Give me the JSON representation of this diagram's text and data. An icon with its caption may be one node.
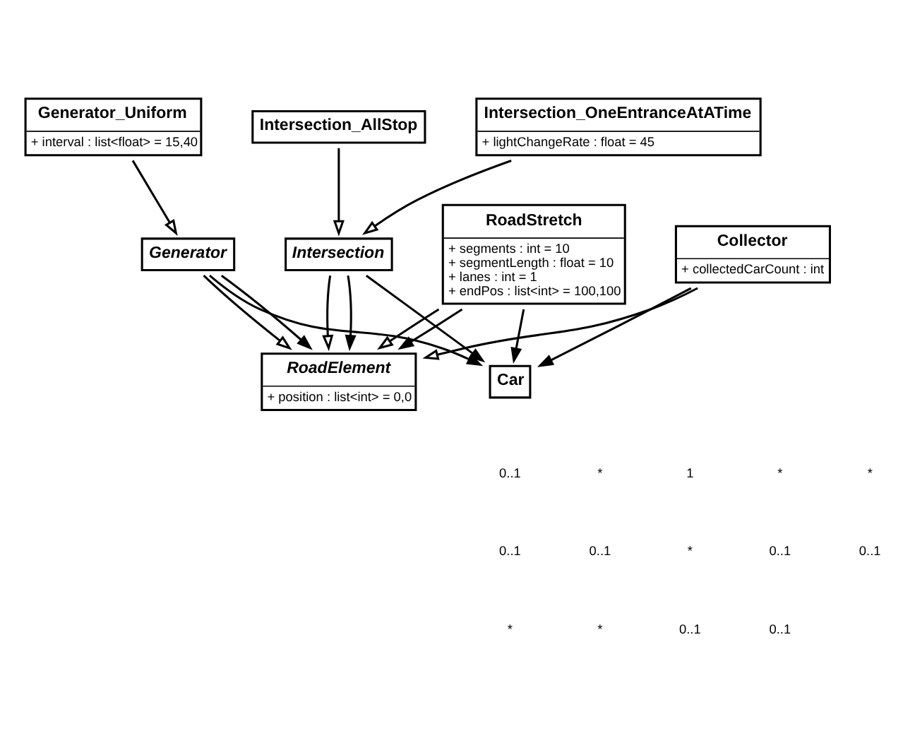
{
  "diagram": {
    "nodes": [
      {
        "text": [
          "Generator_Uniform",
          "+ interval : list<float> = 15,40"
        ]
      },
      {
        "text": [
          "Intersection_OneEntranceAtATime",
          "+ lightChangeRate : float = 45"
        ]
      },
      {
        "text": [
          "Intersection_AllStop"
        ]
      },
      {
        "text": [
          "Generator"
        ]
      },
      {
        "text": [
          "RoadElement",
          "+ position : list<int> = 0,0"
        ]
      },
      {
        "text": [
          "Intersection"
        ]
      },
      {
        "text": [
          "RoadStretch",
          "+ segments : int = 10",
          "+ segmentLength : float = 10",
          "+ lanes : int = 1",
          "+ endPos : list<int> = 100,100"
        ]
      },
      {
        "text": [
          "Collector",
          "+ collectedCarCount : int"
        ]
      },
      {
        "text": [
          "Car"
        ]
      }
    ],
    "edges": [
      {
        "from": 0,
        "to": 3,
        "arrow": "to"
      },
      {
        "from": 3,
        "to": 4,
        "arrow": "to"
      },
      {
        "from": 3,
        "to": 4,
        "arrow": "to"
      },
      {
        "from": 2,
        "to": 5,
        "arrow": "to"
      },
      {
        "from": 1,
        "to": 5,
        "arrow": "to"
      },
      {
        "from": 5,
        "to": 4,
        "arrow": "to"
      },
      {
        "from": 5,
        "to": 4,
        "arrow": "to"
      },
      {
        "from": 6,
        "to": 4,
        "arrow": "to"
      },
      {
        "from": 6,
        "to": 4,
        "arrow": "to"
      },
      {
        "from": 7,
        "to": 4,
        "arrow": "to"
      },
      {
        "from": 3,
        "to": 8,
        "arrow": "to"
      },
      {
        "from": 6,
        "to": 8,
        "arrow": "to"
      },
      {
        "from": 7,
        "to": 8,
        "arrow": "to"
      },
      {
        "from": 5,
        "to": 8,
        "arrow": "to"
      }
    ],
    "labels": [
      "0..1",
      "*",
      "1",
      "*",
      "*",
      "0..1",
      "0..1",
      "*",
      "0..1",
      "0..1",
      "*",
      "*",
      "0..1",
      "0..1"
    ]
  }
}
